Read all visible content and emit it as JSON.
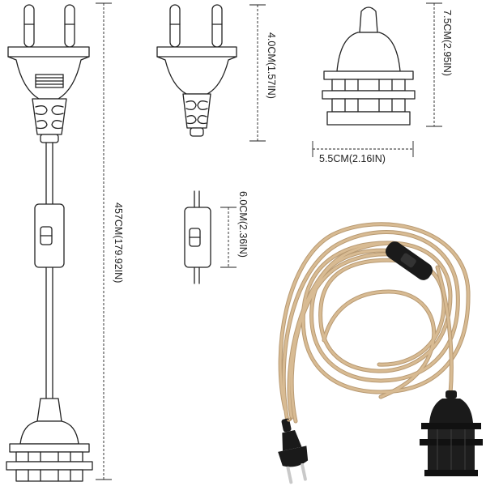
{
  "dimensions": {
    "total_length": "457CM(179.92IN)",
    "plug_height": "4.0CM(1.57IN)",
    "switch_length": "6.0CM(2.36IN)",
    "socket_height": "7.5CM(2.95IN)",
    "socket_width": "5.5CM(2.16IN)"
  },
  "colors": {
    "line": "#222222",
    "cord": "#d8bb93",
    "cord_shade": "#b89a73",
    "black_part": "#1a1a1a"
  },
  "icons": [
    "plug-icon",
    "inline-switch-icon",
    "lamp-socket-icon",
    "coiled-cable-photo"
  ]
}
